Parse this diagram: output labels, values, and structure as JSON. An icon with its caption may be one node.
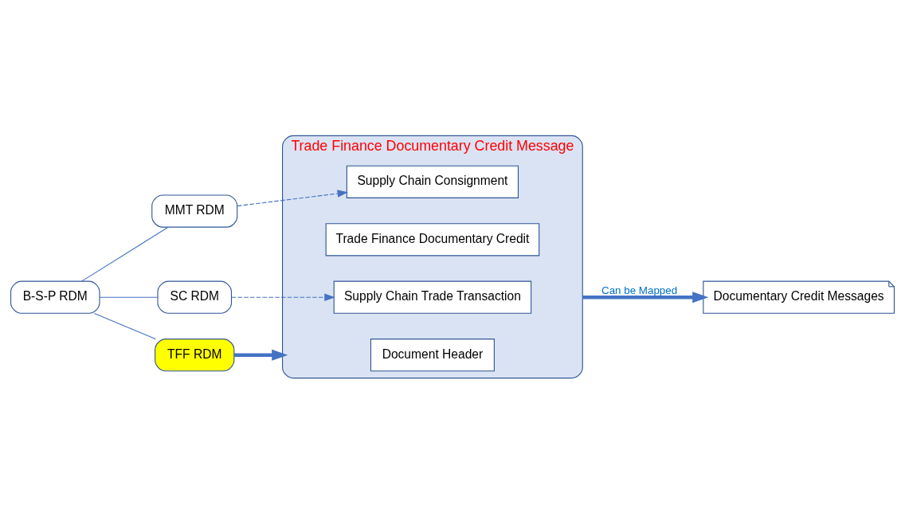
{
  "diagram": {
    "nodes": [
      {
        "text": [
          "B-S-P RDM"
        ]
      },
      {
        "text": [
          "MMT RDM"
        ]
      },
      {
        "text": [
          "SC RDM"
        ]
      },
      {
        "text": [
          "TFF RDM"
        ]
      },
      {
        "text": [
          "Trade Finance Documentary Credit Message"
        ]
      },
      {
        "text": [
          "Document Header"
        ],
        "in": 4
      },
      {
        "text": [
          "Trade Finance Documentary Credit"
        ],
        "in": 4
      },
      {
        "text": [
          "Supply Chain Trade Transaction"
        ],
        "in": 4
      },
      {
        "text": [
          "Supply Chain Consignment"
        ],
        "in": 4
      },
      {
        "text": [
          "Documentary Credit Messages"
        ]
      }
    ],
    "edges": [
      {
        "from": 0,
        "to": 1,
        "arrow": "none"
      },
      {
        "from": 0,
        "to": 2,
        "arrow": "none"
      },
      {
        "from": 0,
        "to": 3,
        "arrow": "none"
      },
      {
        "from": 3,
        "to": 4,
        "arrow": "to",
        "style": "thick"
      },
      {
        "from": 2,
        "to": 7,
        "arrow": "to",
        "style": "dashed"
      },
      {
        "from": 1,
        "to": 8,
        "arrow": "to",
        "style": "dashed"
      },
      {
        "from": 4,
        "to": 9,
        "arrow": "to",
        "style": "thick",
        "label": "Can be Mapped"
      }
    ]
  }
}
